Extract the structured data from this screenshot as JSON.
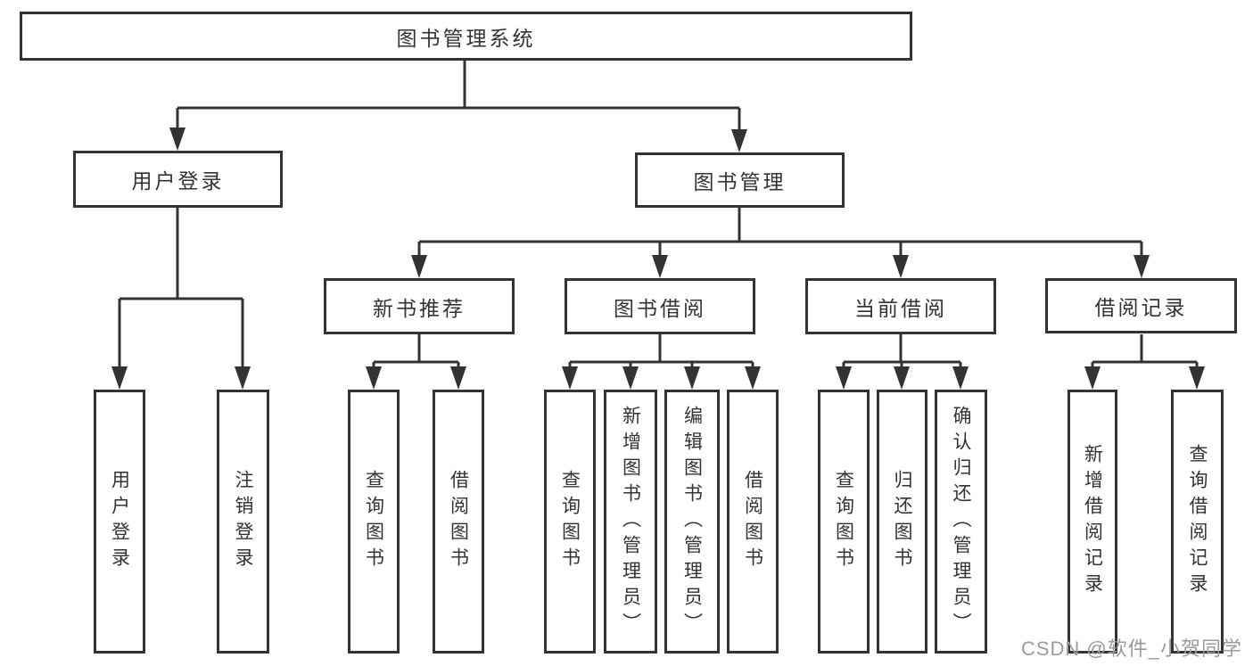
{
  "diagram": {
    "root": {
      "label": "图书管理系统"
    },
    "branches": [
      {
        "label": "用户登录",
        "children": [
          {
            "label": "用户登录"
          },
          {
            "label": "注销登录"
          }
        ]
      },
      {
        "label": "图书管理",
        "children": [
          {
            "label": "新书推荐",
            "children": [
              {
                "label": "查询图书"
              },
              {
                "label": "借阅图书"
              }
            ]
          },
          {
            "label": "图书借阅",
            "children": [
              {
                "label": "查询图书"
              },
              {
                "label": "新增图书（管理员）"
              },
              {
                "label": "编辑图书（管理员）"
              },
              {
                "label": "借阅图书"
              }
            ]
          },
          {
            "label": "当前借阅",
            "children": [
              {
                "label": "查询图书"
              },
              {
                "label": "归还图书"
              },
              {
                "label": "确认归还（管理员）"
              }
            ]
          },
          {
            "label": "借阅记录",
            "children": [
              {
                "label": "新增借阅记录"
              },
              {
                "label": "查询借阅记录"
              }
            ]
          }
        ]
      }
    ]
  },
  "watermark": {
    "text": "CSDN @软件_小贺同学"
  },
  "colors": {
    "line": "#333333",
    "box_border": "#333333",
    "text": "#333333",
    "watermark_text": "#9b9b9b",
    "background": "#ffffff"
  }
}
